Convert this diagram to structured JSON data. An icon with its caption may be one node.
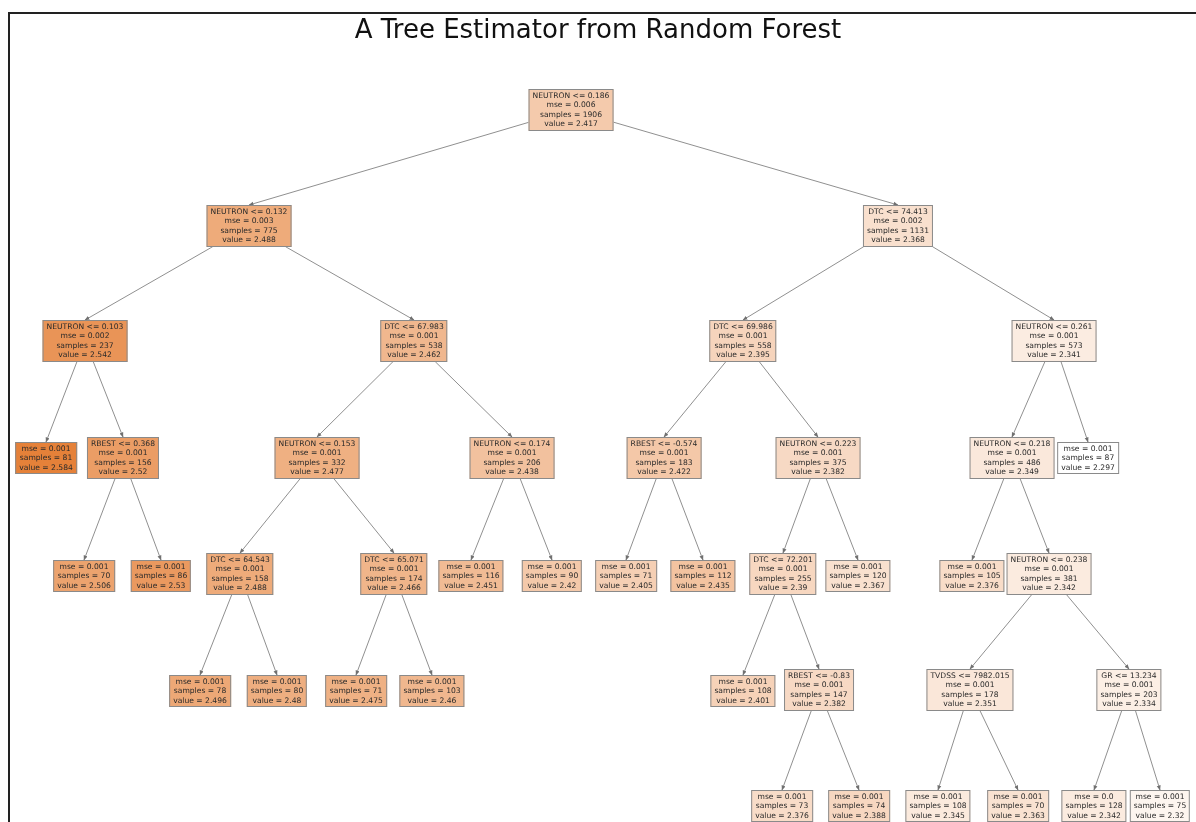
{
  "diagram": {
    "title": "A Tree Estimator from Random Forest",
    "nodes": [
      {
        "text": [
          "NEUTRON <= 0.186",
          "mse = 0.006",
          "samples = 1906",
          "value = 2.417"
        ]
      },
      {
        "text": [
          "NEUTRON <= 0.132",
          "mse = 0.003",
          "samples = 775",
          "value = 2.488"
        ]
      },
      {
        "text": [
          "DTC <= 74.413",
          "mse = 0.002",
          "samples = 1131",
          "value = 2.368"
        ]
      },
      {
        "text": [
          "NEUTRON <= 0.103",
          "mse = 0.002",
          "samples = 237",
          "value = 2.542"
        ]
      },
      {
        "text": [
          "DTC <= 67.983",
          "mse = 0.001",
          "samples = 538",
          "value = 2.462"
        ]
      },
      {
        "text": [
          "DTC <= 69.986",
          "mse = 0.001",
          "samples = 558",
          "value = 2.395"
        ]
      },
      {
        "text": [
          "NEUTRON <= 0.261",
          "mse = 0.001",
          "samples = 573",
          "value = 2.341"
        ]
      },
      {
        "text": [
          "mse = 0.001",
          "samples = 81",
          "value = 2.584"
        ]
      },
      {
        "text": [
          "RBEST <= 0.368",
          "mse = 0.001",
          "samples = 156",
          "value = 2.52"
        ]
      },
      {
        "text": [
          "NEUTRON <= 0.153",
          "mse = 0.001",
          "samples = 332",
          "value = 2.477"
        ]
      },
      {
        "text": [
          "NEUTRON <= 0.174",
          "mse = 0.001",
          "samples = 206",
          "value = 2.438"
        ]
      },
      {
        "text": [
          "RBEST <= -0.574",
          "mse = 0.001",
          "samples = 183",
          "value = 2.422"
        ]
      },
      {
        "text": [
          "NEUTRON <= 0.223",
          "mse = 0.001",
          "samples = 375",
          "value = 2.382"
        ]
      },
      {
        "text": [
          "NEUTRON <= 0.218",
          "mse = 0.001",
          "samples = 486",
          "value = 2.349"
        ]
      },
      {
        "text": [
          "mse = 0.001",
          "samples = 87",
          "value = 2.297"
        ]
      },
      {
        "text": [
          "mse = 0.001",
          "samples = 70",
          "value = 2.506"
        ]
      },
      {
        "text": [
          "mse = 0.001",
          "samples = 86",
          "value = 2.53"
        ]
      },
      {
        "text": [
          "DTC <= 64.543",
          "mse = 0.001",
          "samples = 158",
          "value = 2.488"
        ]
      },
      {
        "text": [
          "DTC <= 65.071",
          "mse = 0.001",
          "samples = 174",
          "value = 2.466"
        ]
      },
      {
        "text": [
          "mse = 0.001",
          "samples = 116",
          "value = 2.451"
        ]
      },
      {
        "text": [
          "mse = 0.001",
          "samples = 90",
          "value = 2.42"
        ]
      },
      {
        "text": [
          "mse = 0.001",
          "samples = 71",
          "value = 2.405"
        ]
      },
      {
        "text": [
          "mse = 0.001",
          "samples = 112",
          "value = 2.435"
        ]
      },
      {
        "text": [
          "DTC <= 72.201",
          "mse = 0.001",
          "samples = 255",
          "value = 2.39"
        ]
      },
      {
        "text": [
          "mse = 0.001",
          "samples = 120",
          "value = 2.367"
        ]
      },
      {
        "text": [
          "mse = 0.001",
          "samples = 105",
          "value = 2.376"
        ]
      },
      {
        "text": [
          "NEUTRON <= 0.238",
          "mse = 0.001",
          "samples = 381",
          "value = 2.342"
        ]
      },
      {
        "text": [
          "mse = 0.001",
          "samples = 78",
          "value = 2.496"
        ]
      },
      {
        "text": [
          "mse = 0.001",
          "samples = 80",
          "value = 2.48"
        ]
      },
      {
        "text": [
          "mse = 0.001",
          "samples = 71",
          "value = 2.475"
        ]
      },
      {
        "text": [
          "mse = 0.001",
          "samples = 103",
          "value = 2.46"
        ]
      },
      {
        "text": [
          "mse = 0.001",
          "samples = 108",
          "value = 2.401"
        ]
      },
      {
        "text": [
          "RBEST <= -0.83",
          "mse = 0.001",
          "samples = 147",
          "value = 2.382"
        ]
      },
      {
        "text": [
          "TVDSS <= 7982.015",
          "mse = 0.001",
          "samples = 178",
          "value = 2.351"
        ]
      },
      {
        "text": [
          "GR <= 13.234",
          "mse = 0.001",
          "samples = 203",
          "value = 2.334"
        ]
      },
      {
        "text": [
          "mse = 0.001",
          "samples = 73",
          "value = 2.376"
        ]
      },
      {
        "text": [
          "mse = 0.001",
          "samples = 74",
          "value = 2.388"
        ]
      },
      {
        "text": [
          "mse = 0.001",
          "samples = 108",
          "value = 2.345"
        ]
      },
      {
        "text": [
          "mse = 0.001",
          "samples = 70",
          "value = 2.363"
        ]
      },
      {
        "text": [
          "mse = 0.0",
          "samples = 128",
          "value = 2.342"
        ]
      },
      {
        "text": [
          "mse = 0.001",
          "samples = 75",
          "value = 2.32"
        ]
      }
    ],
    "edges": [
      {
        "from": 0,
        "to": 1,
        "arrow": "to"
      },
      {
        "from": 0,
        "to": 2,
        "arrow": "to"
      },
      {
        "from": 1,
        "to": 3,
        "arrow": "to"
      },
      {
        "from": 1,
        "to": 4,
        "arrow": "to"
      },
      {
        "from": 2,
        "to": 5,
        "arrow": "to"
      },
      {
        "from": 2,
        "to": 6,
        "arrow": "to"
      },
      {
        "from": 3,
        "to": 7,
        "arrow": "to"
      },
      {
        "from": 3,
        "to": 8,
        "arrow": "to"
      },
      {
        "from": 4,
        "to": 9,
        "arrow": "to"
      },
      {
        "from": 4,
        "to": 10,
        "arrow": "to"
      },
      {
        "from": 5,
        "to": 11,
        "arrow": "to"
      },
      {
        "from": 5,
        "to": 12,
        "arrow": "to"
      },
      {
        "from": 6,
        "to": 13,
        "arrow": "to"
      },
      {
        "from": 6,
        "to": 14,
        "arrow": "to"
      },
      {
        "from": 8,
        "to": 15,
        "arrow": "to"
      },
      {
        "from": 8,
        "to": 16,
        "arrow": "to"
      },
      {
        "from": 9,
        "to": 17,
        "arrow": "to"
      },
      {
        "from": 9,
        "to": 18,
        "arrow": "to"
      },
      {
        "from": 10,
        "to": 19,
        "arrow": "to"
      },
      {
        "from": 10,
        "to": 20,
        "arrow": "to"
      },
      {
        "from": 11,
        "to": 21,
        "arrow": "to"
      },
      {
        "from": 11,
        "to": 22,
        "arrow": "to"
      },
      {
        "from": 12,
        "to": 23,
        "arrow": "to"
      },
      {
        "from": 12,
        "to": 24,
        "arrow": "to"
      },
      {
        "from": 13,
        "to": 25,
        "arrow": "to"
      },
      {
        "from": 13,
        "to": 26,
        "arrow": "to"
      },
      {
        "from": 17,
        "to": 27,
        "arrow": "to"
      },
      {
        "from": 17,
        "to": 28,
        "arrow": "to"
      },
      {
        "from": 18,
        "to": 29,
        "arrow": "to"
      },
      {
        "from": 18,
        "to": 30,
        "arrow": "to"
      },
      {
        "from": 23,
        "to": 31,
        "arrow": "to"
      },
      {
        "from": 23,
        "to": 32,
        "arrow": "to"
      },
      {
        "from": 26,
        "to": 33,
        "arrow": "to"
      },
      {
        "from": 26,
        "to": 34,
        "arrow": "to"
      },
      {
        "from": 32,
        "to": 35,
        "arrow": "to"
      },
      {
        "from": 32,
        "to": 36,
        "arrow": "to"
      },
      {
        "from": 33,
        "to": 37,
        "arrow": "to"
      },
      {
        "from": 33,
        "to": 38,
        "arrow": "to"
      },
      {
        "from": 34,
        "to": 39,
        "arrow": "to"
      },
      {
        "from": 34,
        "to": 40,
        "arrow": "to"
      }
    ]
  }
}
